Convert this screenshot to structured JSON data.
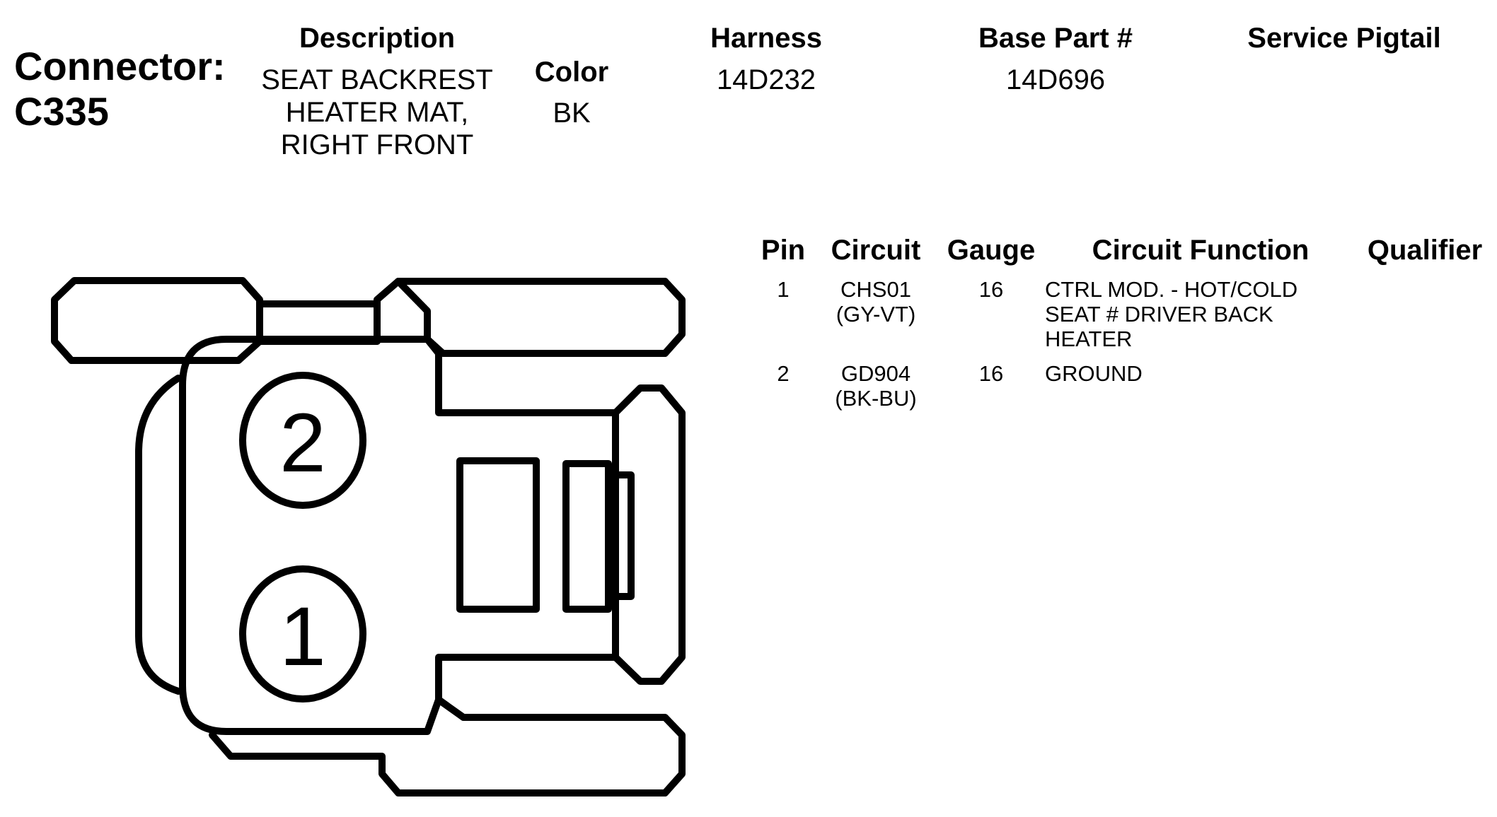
{
  "header": {
    "connector_label": "Connector:",
    "connector_id": "C335",
    "description_label": "Description",
    "description_lines": [
      "SEAT BACKREST",
      "HEATER MAT,",
      "RIGHT FRONT"
    ],
    "color_label": "Color",
    "color_value": "BK",
    "harness_label": "Harness",
    "harness_value": "14D232",
    "base_part_label": "Base Part #",
    "base_part_value": "14D696",
    "service_pigtail_label": "Service Pigtail",
    "service_pigtail_value": ""
  },
  "pin_table": {
    "columns": [
      "Pin",
      "Circuit",
      "Gauge",
      "Circuit Function",
      "Qualifier"
    ],
    "rows": [
      {
        "pin": "1",
        "circuit": "CHS01",
        "circuit_color": "(GY-VT)",
        "gauge": "16",
        "function_lines": [
          "CTRL MOD. - HOT/COLD",
          "SEAT # DRIVER BACK",
          "HEATER"
        ],
        "qualifier": ""
      },
      {
        "pin": "2",
        "circuit": "GD904",
        "circuit_color": "(BK-BU)",
        "gauge": "16",
        "function_lines": [
          "GROUND"
        ],
        "qualifier": ""
      }
    ]
  },
  "diagram": {
    "pins": [
      "2",
      "1"
    ]
  }
}
